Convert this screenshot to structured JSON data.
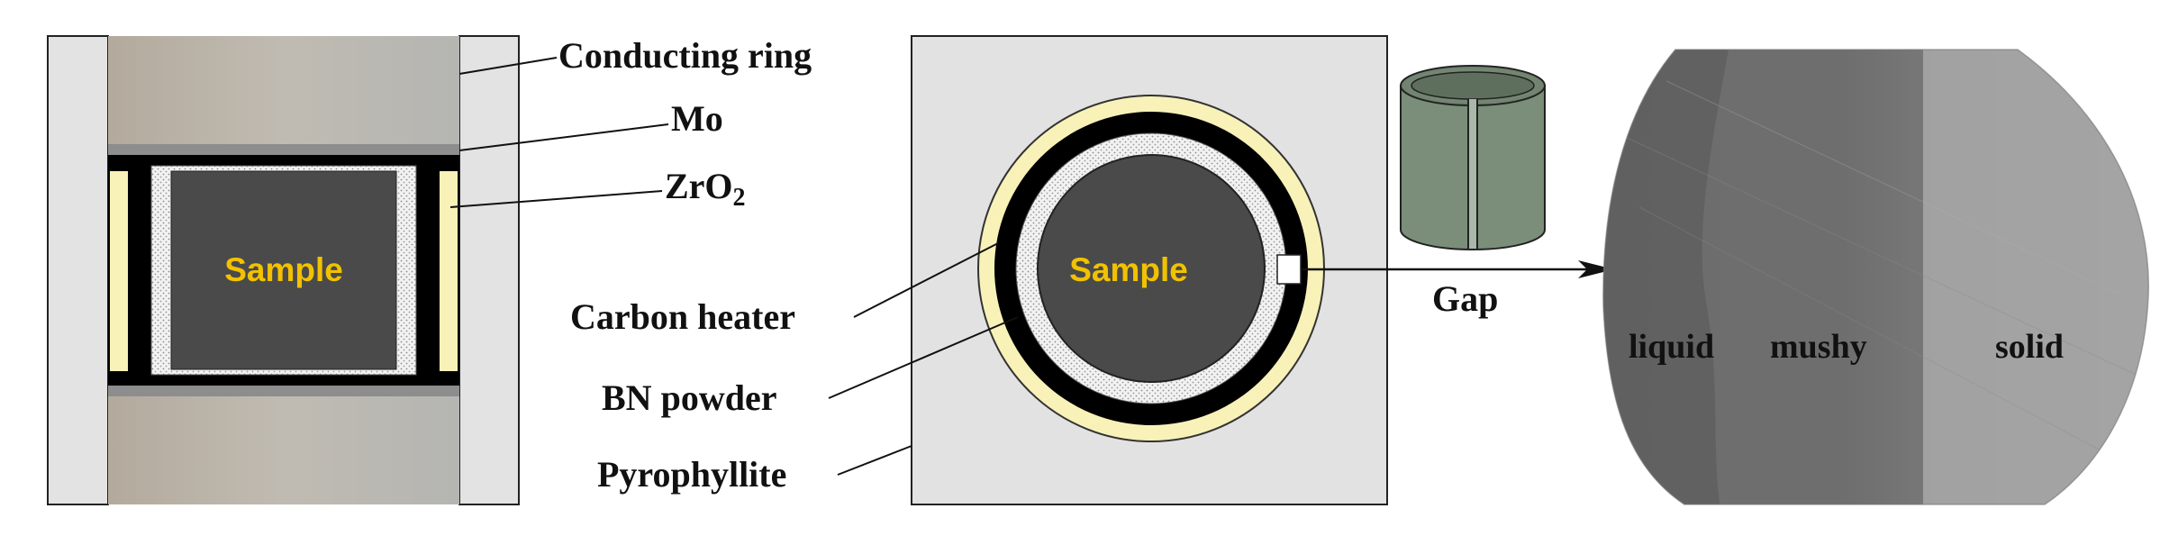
{
  "labels": {
    "conducting_ring": "Conducting ring",
    "mo": "Mo",
    "zro2_base": "ZrO",
    "zro2_sub": "2",
    "sample_left": "Sample",
    "sample_center": "Sample",
    "carbon_heater": "Carbon heater",
    "bn_powder": "BN powder",
    "pyrophyllite": "Pyrophyllite",
    "gap": "Gap",
    "liquid": "liquid",
    "mushy": "mushy",
    "solid": "solid"
  },
  "colors": {
    "sample_text": "#f2c200",
    "zro2": "#f8f2b8",
    "pyrophyllite": "#e2e2e2",
    "sample_fill": "#4a4a4a",
    "heater": "#000000",
    "gap_cylinder": "#7a8e79"
  }
}
